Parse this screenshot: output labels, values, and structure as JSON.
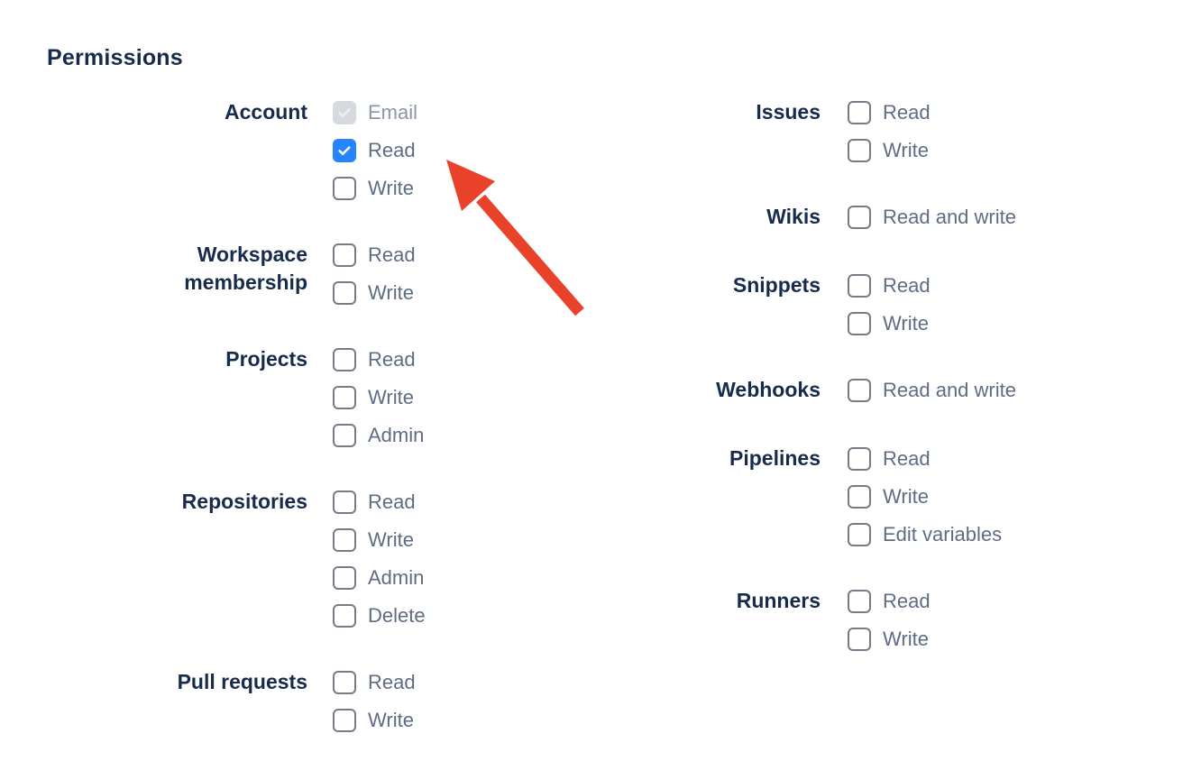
{
  "heading": "Permissions",
  "colors": {
    "heading_text": "#172B4D",
    "group_label_text": "#172B4D",
    "option_label_text": "#5E6C84",
    "option_label_disabled_text": "#8C96A7",
    "checkbox_border": "#767B85",
    "checkbox_checked_bg": "#2684FF",
    "checkbox_disabled_bg": "#D6D9DE",
    "arrow": "#E8432A"
  },
  "columns": [
    {
      "groups": [
        {
          "label": "Account",
          "options": [
            {
              "label": "Email",
              "state": "checked-disabled"
            },
            {
              "label": "Read",
              "state": "checked"
            },
            {
              "label": "Write",
              "state": "unchecked"
            }
          ]
        },
        {
          "label": "Workspace membership",
          "options": [
            {
              "label": "Read",
              "state": "unchecked"
            },
            {
              "label": "Write",
              "state": "unchecked"
            }
          ]
        },
        {
          "label": "Projects",
          "options": [
            {
              "label": "Read",
              "state": "unchecked"
            },
            {
              "label": "Write",
              "state": "unchecked"
            },
            {
              "label": "Admin",
              "state": "unchecked"
            }
          ]
        },
        {
          "label": "Repositories",
          "options": [
            {
              "label": "Read",
              "state": "unchecked"
            },
            {
              "label": "Write",
              "state": "unchecked"
            },
            {
              "label": "Admin",
              "state": "unchecked"
            },
            {
              "label": "Delete",
              "state": "unchecked"
            }
          ]
        },
        {
          "label": "Pull requests",
          "options": [
            {
              "label": "Read",
              "state": "unchecked"
            },
            {
              "label": "Write",
              "state": "unchecked"
            }
          ]
        }
      ]
    },
    {
      "groups": [
        {
          "label": "Issues",
          "options": [
            {
              "label": "Read",
              "state": "unchecked"
            },
            {
              "label": "Write",
              "state": "unchecked"
            }
          ]
        },
        {
          "label": "Wikis",
          "options": [
            {
              "label": "Read and write",
              "state": "unchecked"
            }
          ]
        },
        {
          "label": "Snippets",
          "options": [
            {
              "label": "Read",
              "state": "unchecked"
            },
            {
              "label": "Write",
              "state": "unchecked"
            }
          ]
        },
        {
          "label": "Webhooks",
          "options": [
            {
              "label": "Read and write",
              "state": "unchecked"
            }
          ]
        },
        {
          "label": "Pipelines",
          "options": [
            {
              "label": "Read",
              "state": "unchecked"
            },
            {
              "label": "Write",
              "state": "unchecked"
            },
            {
              "label": "Edit variables",
              "state": "unchecked"
            }
          ]
        },
        {
          "label": "Runners",
          "options": [
            {
              "label": "Read",
              "state": "unchecked"
            },
            {
              "label": "Write",
              "state": "unchecked"
            }
          ]
        }
      ]
    }
  ]
}
